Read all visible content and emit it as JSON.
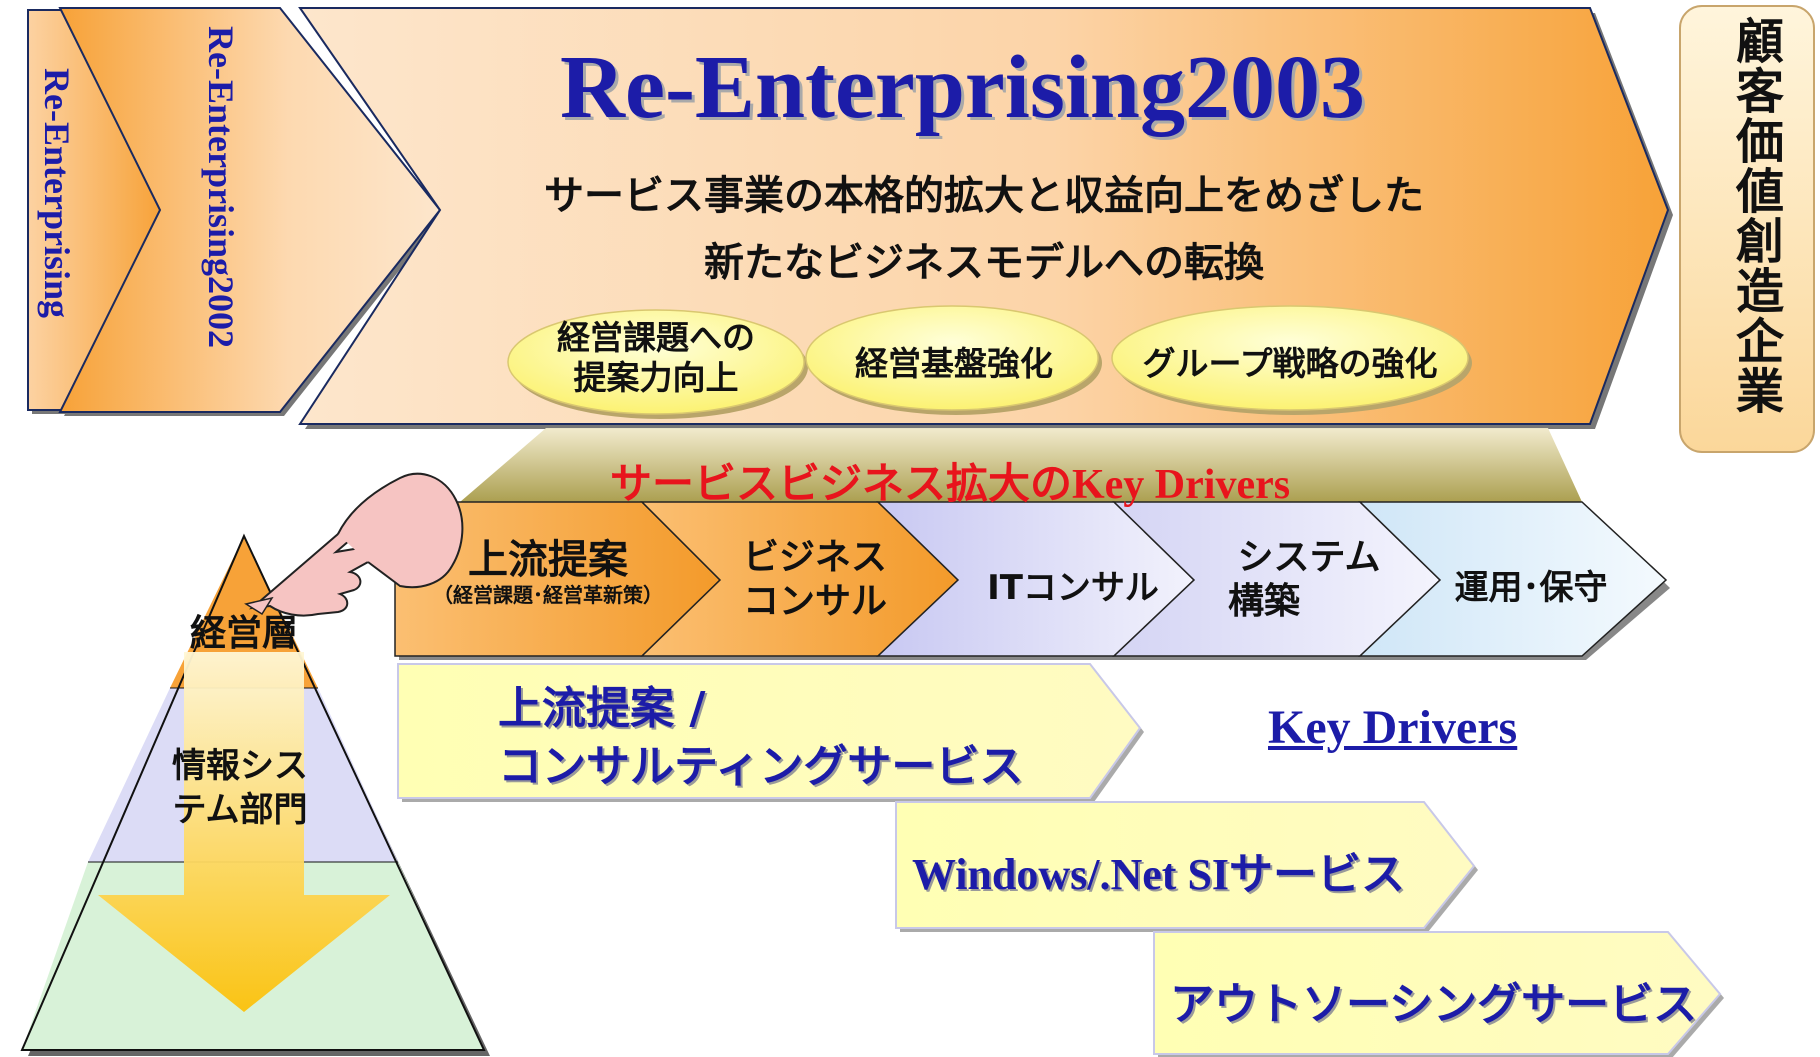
{
  "phases": {
    "phase1": "Re-Enterprising",
    "phase2": "Re-Enterprising2002",
    "phase3_title": "Re-Enterprising2003",
    "phase3_line1": "サービス事業の本格的拡大と収益向上をめざした",
    "phase3_line2": "新たなビジネスモデルへの転換"
  },
  "goal_pillar": "顧客価値創造企業",
  "ovals": [
    {
      "line1": "経営課題への",
      "line2": "提案力向上"
    },
    {
      "line1": "経営基盤強化",
      "line2": ""
    },
    {
      "line1": "グループ戦略の強化",
      "line2": ""
    }
  ],
  "key_drivers_heading": "サービスビジネス拡大のKey Drivers",
  "chain": [
    {
      "line1": "上流提案",
      "sub": "（経営課題･経営革新策）",
      "color": "#f7a238"
    },
    {
      "line1": "ビジネス",
      "line2": "コンサル",
      "color": "#f7a238"
    },
    {
      "line1": "ITコンサル",
      "color": "#d8d9f4"
    },
    {
      "line1": "システム",
      "line2": "構築",
      "color": "#dfe0f6"
    },
    {
      "line1": "運用･保守",
      "color": "#dcecf8"
    }
  ],
  "pyramid": {
    "top": "経営層",
    "middle_line1": "情報シス",
    "middle_line2": "テム部門"
  },
  "services": [
    {
      "line1": "上流提案 /",
      "line2": "コンサルティングサービス"
    },
    {
      "line1": "Windows/.Net SIサービス"
    },
    {
      "line1": "アウトソーシングサービス"
    }
  ],
  "key_drivers_link": "Key Drivers",
  "colors": {
    "orange": "#f7a238",
    "peach": "#fde3c8",
    "title_blue": "#1c1ca8",
    "heading_red": "#e8141c",
    "service_yellow": "#ffffb0",
    "oval_yellow": "#ffff8c"
  }
}
